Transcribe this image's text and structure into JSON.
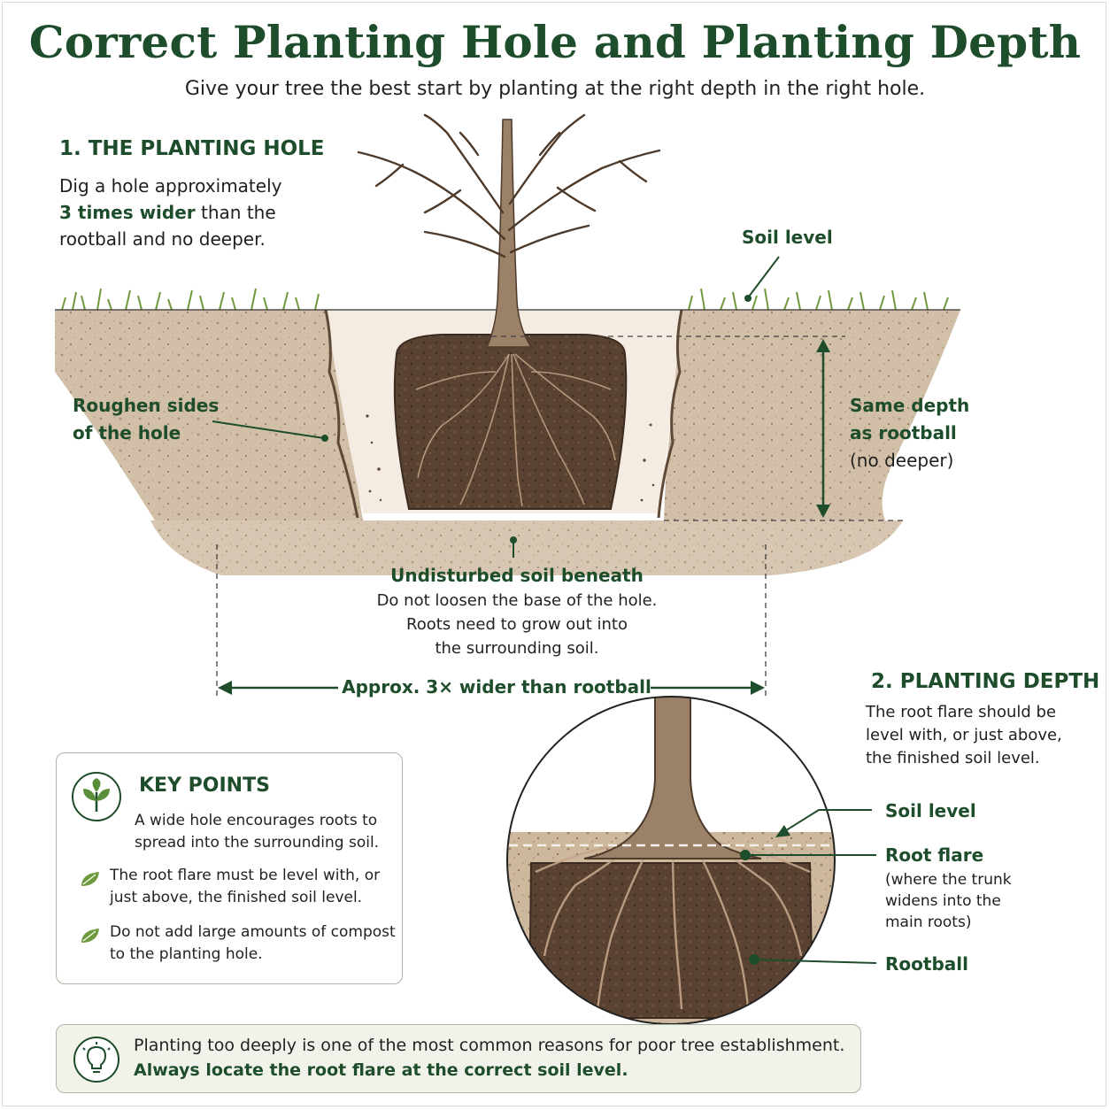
{
  "header": {
    "title": "Correct Planting Hole and Planting Depth",
    "subtitle": "Give your tree the best start by planting at the right depth in the right hole."
  },
  "section1": {
    "heading": "1. THE PLANTING HOLE",
    "text_a": "Dig a hole approximately",
    "text_bold": "3 times wider",
    "text_b": " than the",
    "text_c": "rootball and no deeper."
  },
  "hole_labels": {
    "soil_level": "Soil level",
    "roughen_1": "Roughen sides",
    "roughen_2": "of the hole",
    "depth_1": "Same depth",
    "depth_2": "as rootball",
    "depth_3": "(no deeper)",
    "undisturbed_title": "Undisturbed soil beneath",
    "undisturbed_1": "Do not loosen the base of the hole.",
    "undisturbed_2": "Roots need to grow out into",
    "undisturbed_3": "the surrounding soil.",
    "width_label": "Approx. 3×  wider than rootball"
  },
  "section2": {
    "heading": "2. PLANTING DEPTH",
    "text_1": "The root flare should be",
    "text_2": "level with, or just above,",
    "text_3": "the finished soil level.",
    "label_soil": "Soil level",
    "label_flare": "Root flare",
    "flare_1": "(where the trunk",
    "flare_2": "widens into the",
    "flare_3": "main roots)",
    "label_rootball": "Rootball"
  },
  "key_points": {
    "heading": "KEY POINTS",
    "p1_a": "A wide hole encourages roots to",
    "p1_b": "spread into the surrounding soil.",
    "p2_a": "The root flare must be level with, or",
    "p2_b": "just above, the finished soil level.",
    "p3_a": "Do not add large amounts of compost",
    "p3_b": "to the planting hole."
  },
  "tip": {
    "line1": "Planting too deeply is one of the most common reasons for poor tree establishment.",
    "line2": "Always locate the root flare at the correct soil level."
  },
  "colors": {
    "accent_green": "#1e4d2b",
    "soil": "#c9b49a",
    "rootball": "#5a4232",
    "grass": "#6f9a3c"
  }
}
